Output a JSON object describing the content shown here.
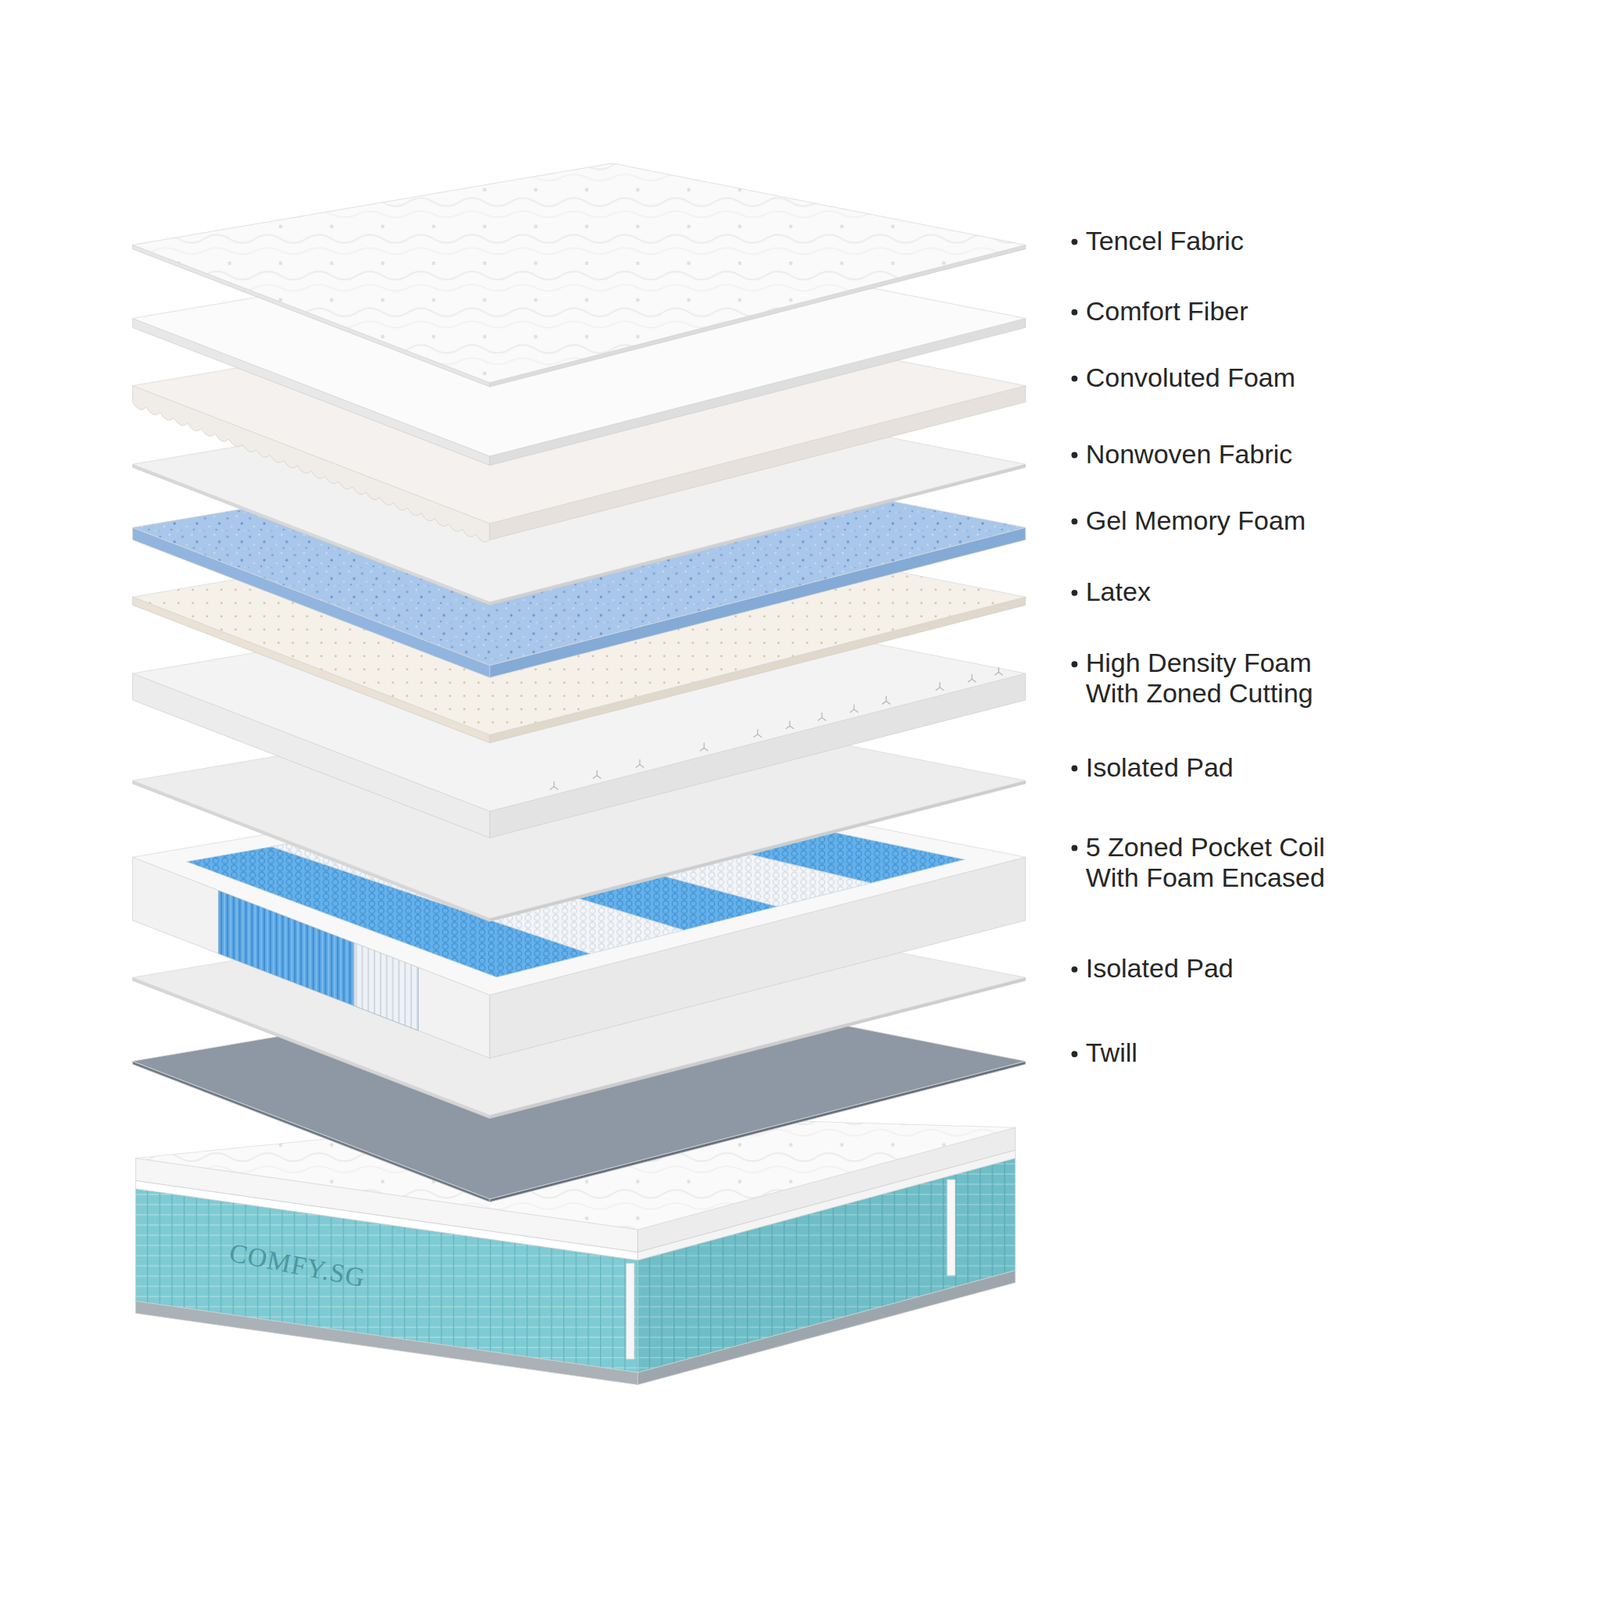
{
  "diagram": {
    "labels": [
      "Tencel Fabric",
      "Comfort Fiber",
      "Convoluted Foam",
      "Nonwoven Fabric",
      "Gel Memory Foam",
      "Latex",
      "High Density Foam With Zoned Cutting",
      "Isolated Pad",
      "5 Zoned Pocket Coil With Foam Encased",
      "Isolated Pad",
      "Twill",
      "COMFY.SG"
    ]
  }
}
